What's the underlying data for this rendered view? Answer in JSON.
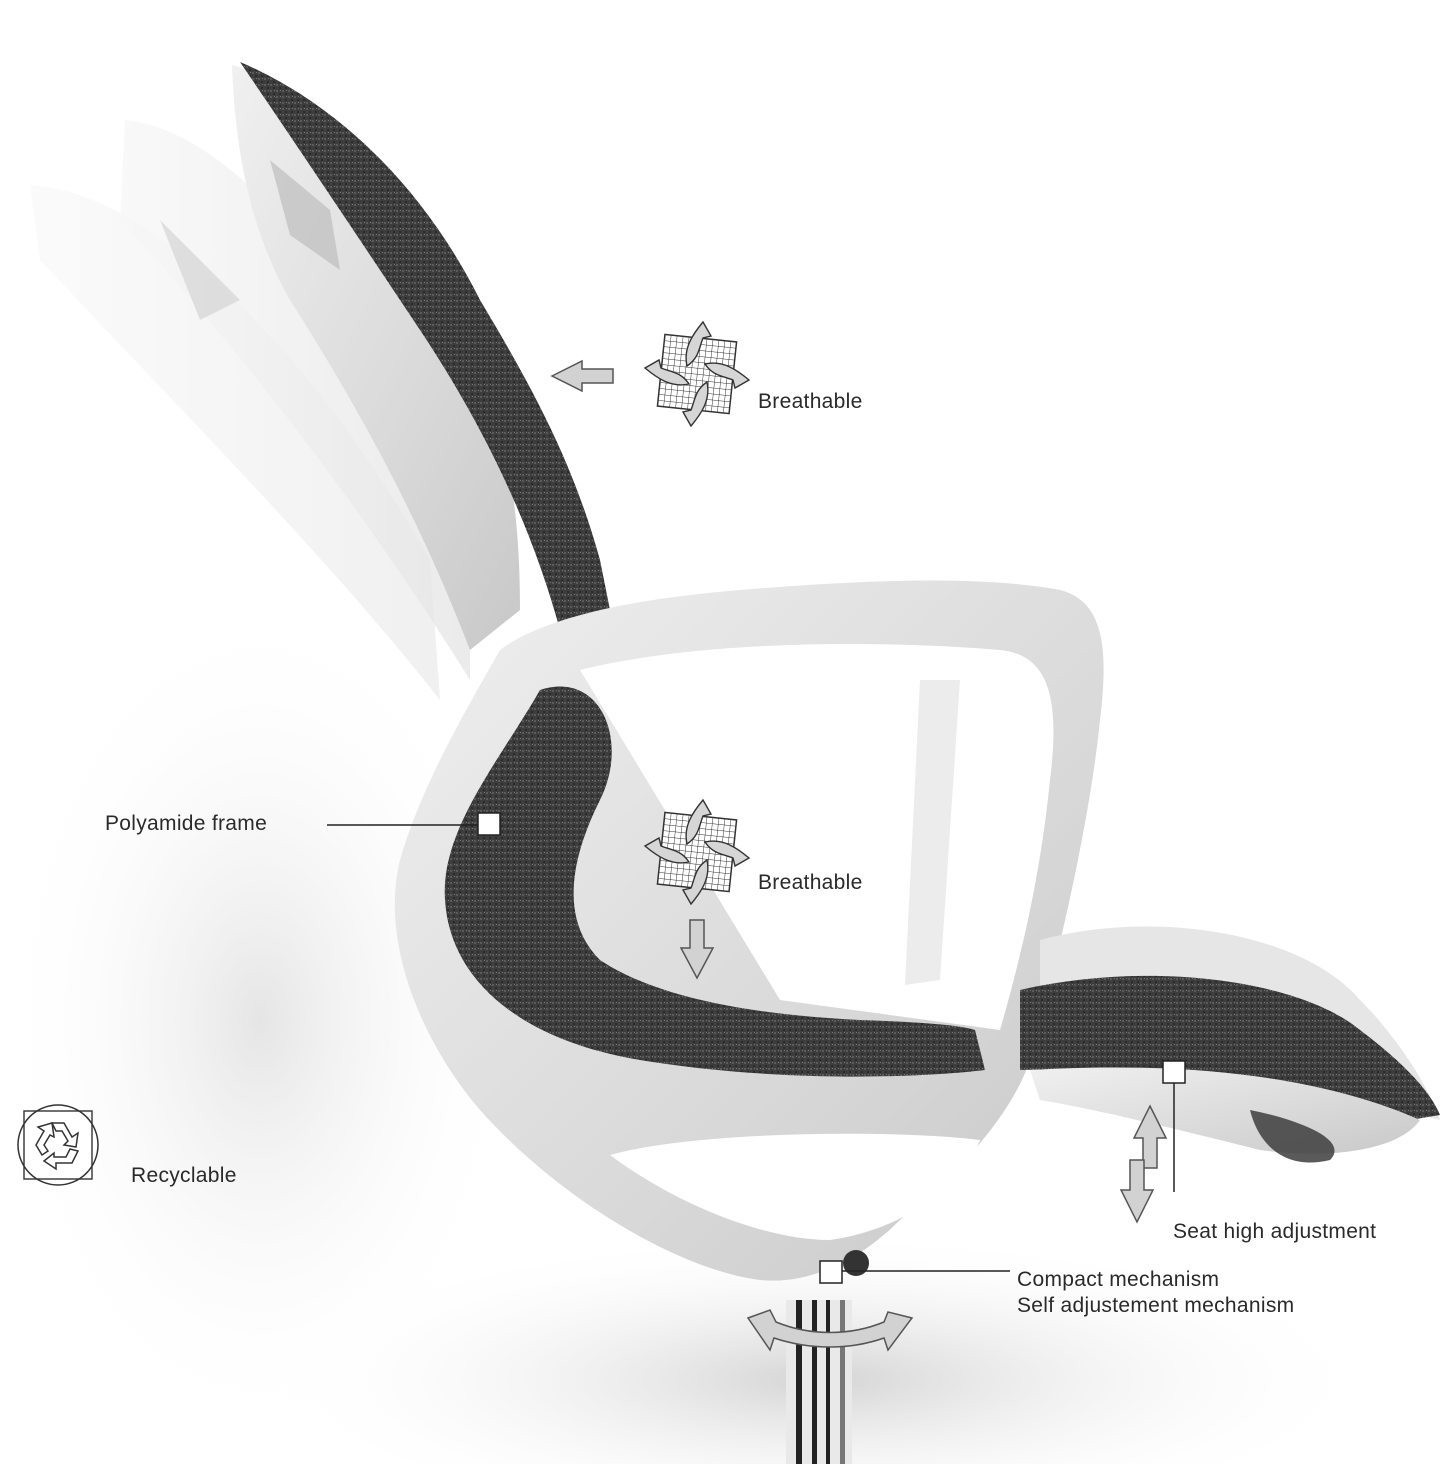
{
  "labels": {
    "breathable_top": "Breathable",
    "breathable_mid": "Breathable",
    "frame": "Polyamide frame",
    "recyclable": "Recyclable",
    "seat_adjustment": "Seat high adjustment",
    "mechanism_line1": "Compact mechanism",
    "mechanism_line2": "Self adjustement mechanism"
  },
  "icons": {
    "breathable": "mesh-airflow-icon",
    "recyclable": "recycle-icon",
    "callout_marker": "square-marker",
    "arrow": "block-arrow",
    "swivel": "curved-double-arrow"
  },
  "colors": {
    "background": "#ffffff",
    "mesh": "#3d3d3d",
    "frame": "#e2e2e2",
    "arrow_fill": "#d2d2d2",
    "text": "#2a2a2a"
  }
}
